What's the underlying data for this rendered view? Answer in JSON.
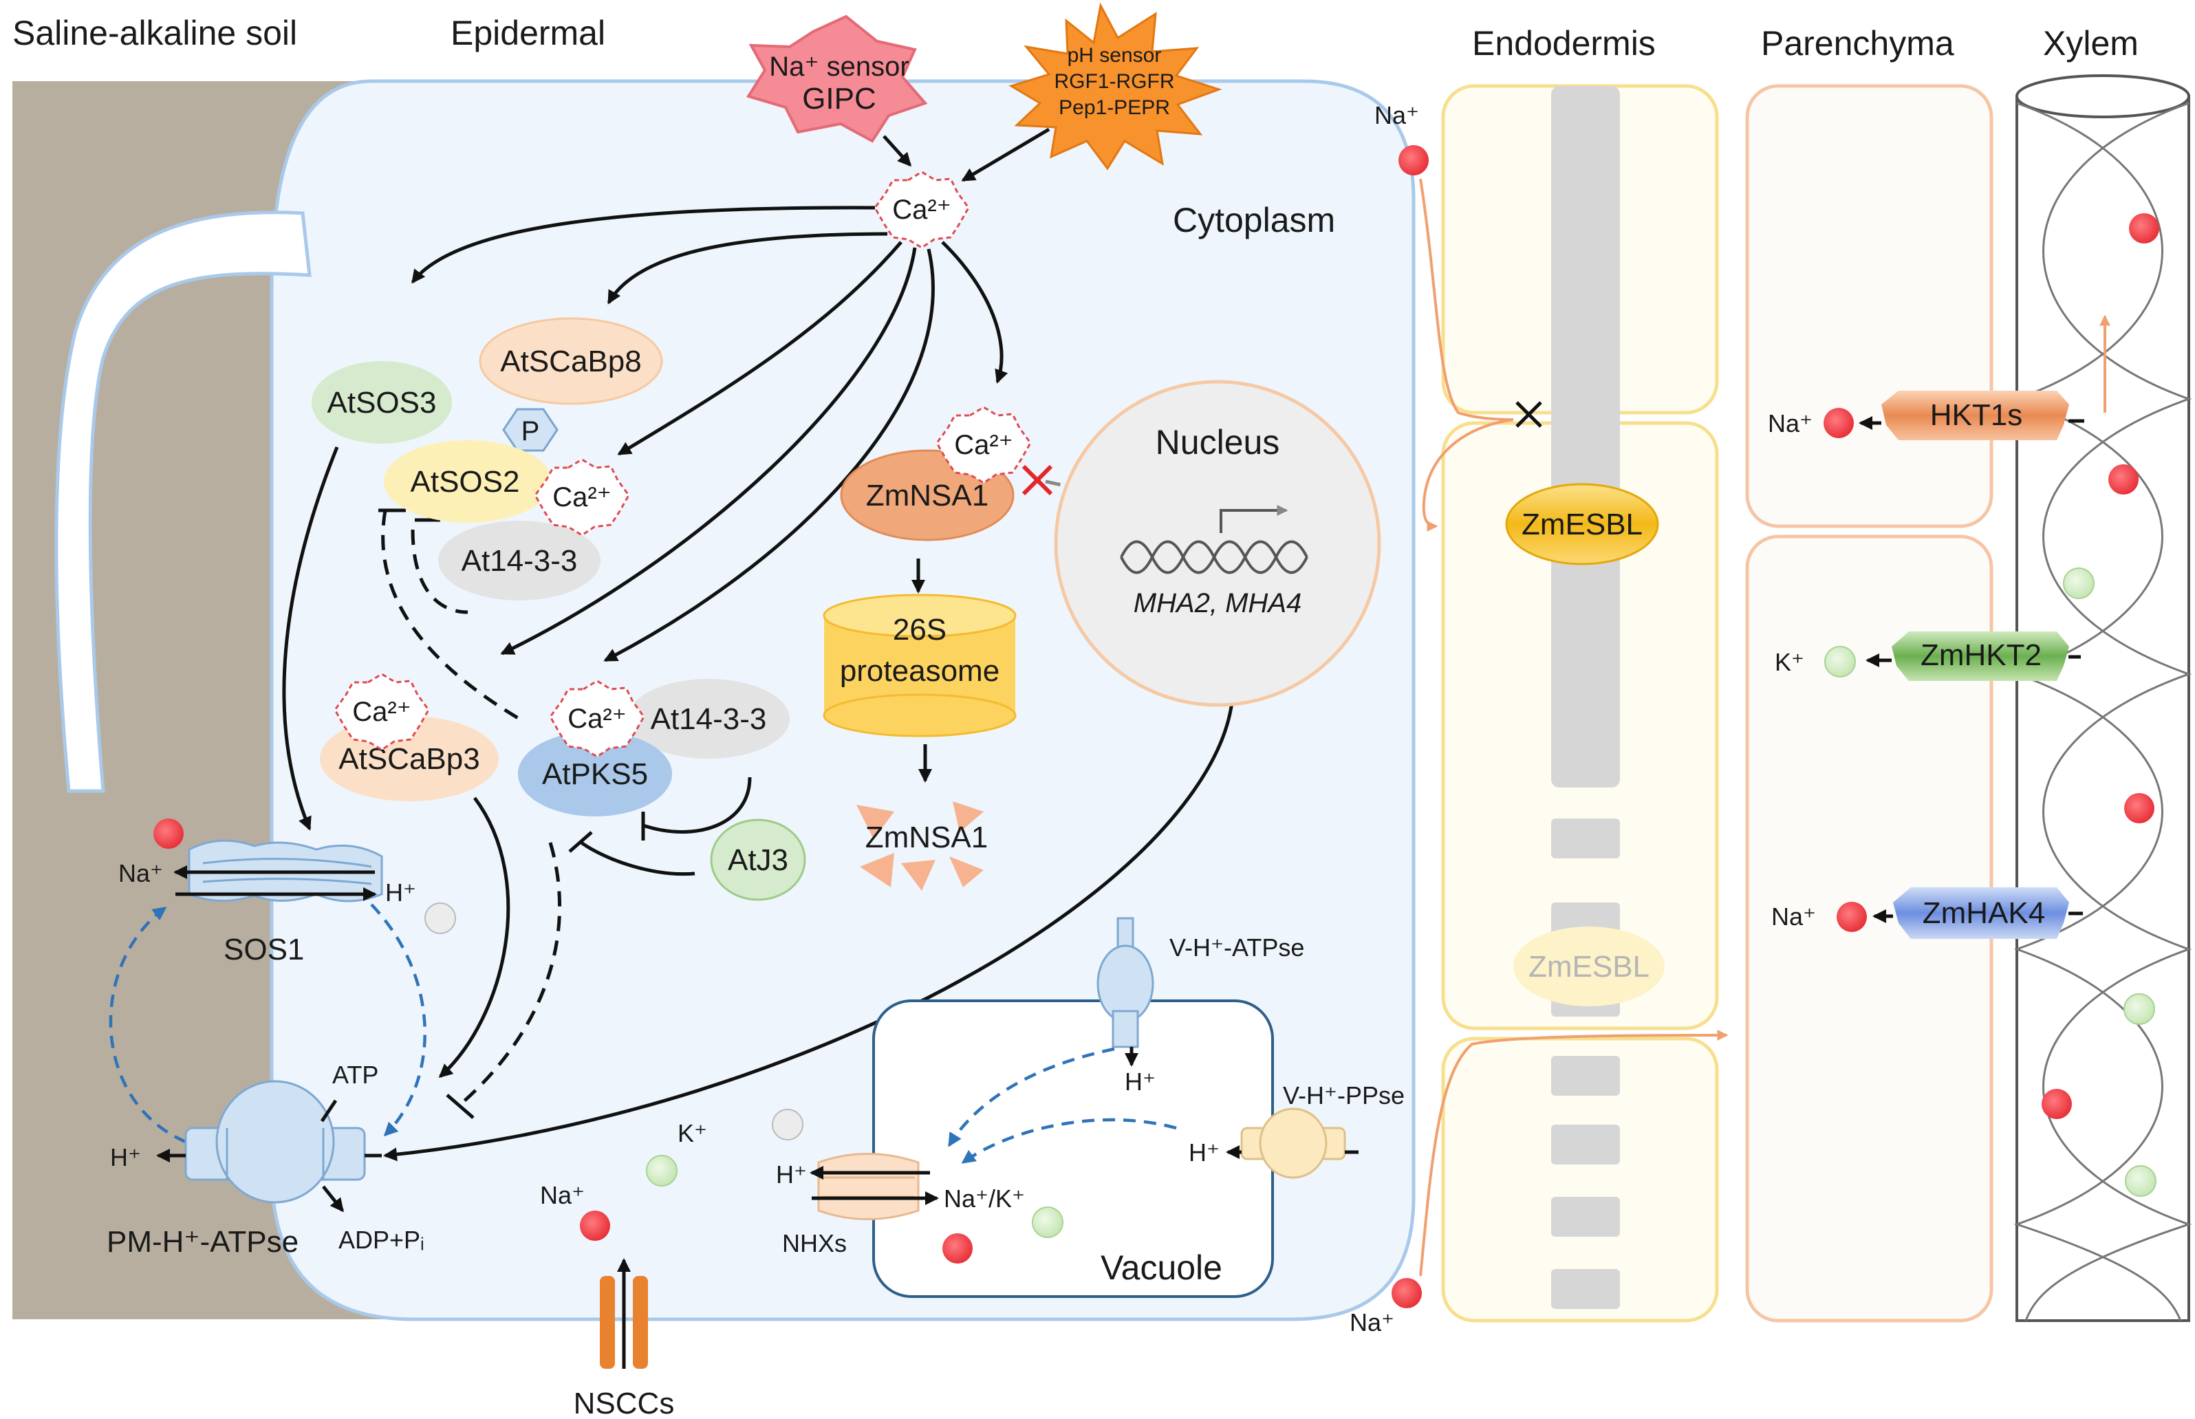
{
  "regions": {
    "soil": "Saline-alkaline soil",
    "epidermal": "Epidermal",
    "cytoplasm": "Cytoplasm",
    "endodermis": "Endodermis",
    "parenchyma": "Parenchyma",
    "xylem": "Xylem",
    "nucleus": "Nucleus",
    "vacuole": "Vacuole"
  },
  "sensors": {
    "na_sensor_line1": "Na⁺ sensor",
    "na_sensor_line2": "GIPC",
    "ph_sensor_line1": "pH sensor",
    "ph_sensor_line2": "RGF1-RGFR",
    "ph_sensor_line3": "Pep1-PEPR"
  },
  "ions": {
    "ca": "Ca²⁺",
    "na": "Na⁺",
    "k": "K⁺",
    "h": "H⁺",
    "na_k": "Na⁺/K⁺",
    "atp": "ATP",
    "adp": "ADP+Pᵢ",
    "p": "P"
  },
  "proteins": {
    "atsos3": "AtSOS3",
    "atscabp8": "AtSCaBp8",
    "atsos2": "AtSOS2",
    "at1433_top": "At14-3-3",
    "atscabp3": "AtSCaBp3",
    "atpks5": "AtPKS5",
    "at1433_mid": "At14-3-3",
    "atj3": "AtJ3",
    "zmnsa1": "ZmNSA1",
    "zmnsa1_degraded": "ZmNSA1",
    "proteasome_line1": "26S",
    "proteasome_line2": "proteasome",
    "genes": "MHA2, MHA4",
    "sos1": "SOS1",
    "pm_atpase": "PM-H⁺-ATPse",
    "v_atpase": "V-H⁺-ATPse",
    "v_ppase": "V-H⁺-PPse",
    "nhxs": "NHXs",
    "nsccs": "NSCCs",
    "zmesbl_active": "ZmESBL",
    "zmesbl_inactive": "ZmESBL",
    "hkt1s": "HKT1s",
    "zmhkt2": "ZmHKT2",
    "zmhak4": "ZmHAK4"
  },
  "colors": {
    "soil": "#b8ae9f",
    "cell": "#eef5fc",
    "cell_stroke": "#a9c9ea",
    "sodium": "#f0454c",
    "potassium": "#d6efc9",
    "endodermis_fill": "#fffdf2",
    "endodermis_stroke": "#f7df8e",
    "parenchyma_stroke": "#f5c6a5",
    "casparian": "#d6d6d6"
  }
}
